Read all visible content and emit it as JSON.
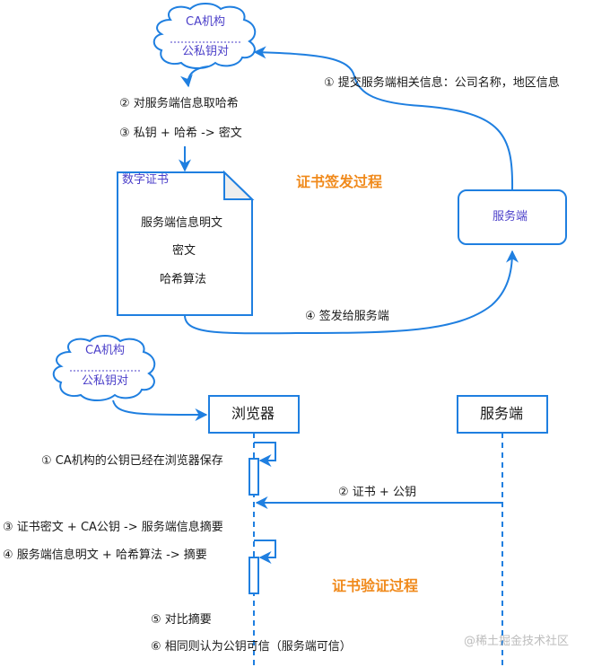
{
  "colors": {
    "line": "#1f7fe0",
    "purple_text": "#4b3fc9",
    "orange_title": "#f08a1c",
    "watermark": "#bdbdbd"
  },
  "issuance": {
    "title": "证书签发过程",
    "ca_cloud": {
      "line1": "CA机构",
      "line2": "公私钥对"
    },
    "step1": "① 提交服务端相关信息：公司名称，地区信息",
    "step2": "② 对服务端信息取哈希",
    "step3": "③ 私钥 + 哈希 -> 密文",
    "certificate": {
      "title": "数字证书",
      "items": [
        "服务端信息明文",
        "密文",
        "哈希算法"
      ]
    },
    "server_box": "服务端",
    "step4": "④ 签发给服务端"
  },
  "verification": {
    "title": "证书验证过程",
    "ca_cloud": {
      "line1": "CA机构",
      "line2": "公私钥对"
    },
    "browser": "浏览器",
    "server": "服务端",
    "steps": [
      "① CA机构的公钥已经在浏览器保存",
      "② 证书 + 公钥",
      "③ 证书密文 + CA公钥 ->  服务端信息摘要",
      "④ 服务端信息明文 + 哈希算法 -> 摘要",
      "⑤ 对比摘要",
      "⑥ 相同则认为公钥可信（服务端可信）"
    ]
  },
  "watermark": "@稀土掘金技术社区"
}
